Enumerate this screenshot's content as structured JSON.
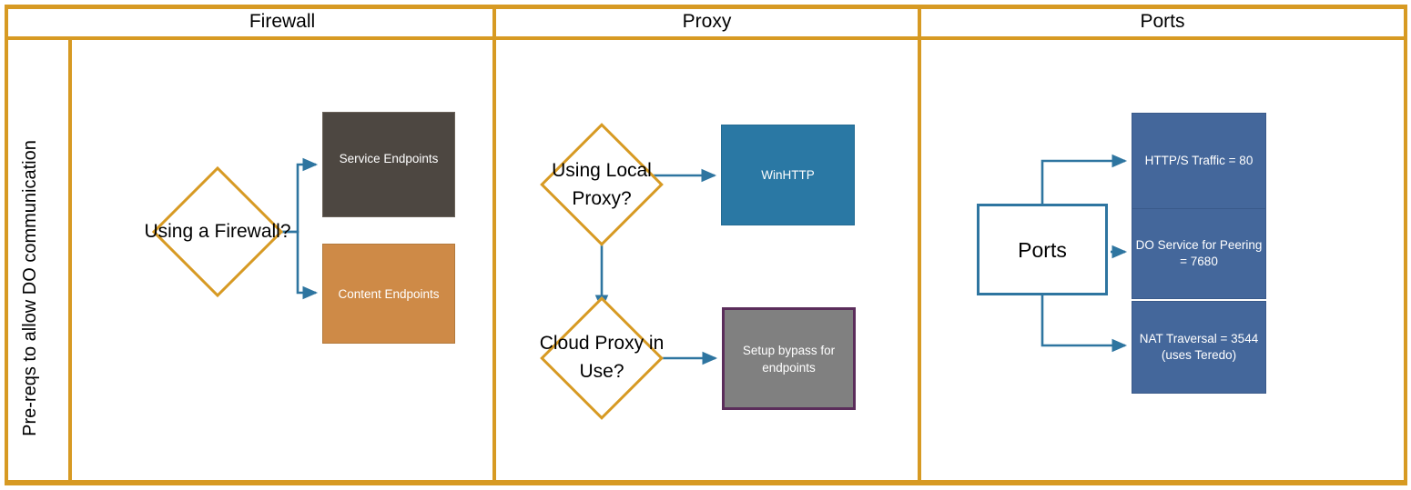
{
  "diagram": {
    "row_label": "Pre-reqs to allow DO communication",
    "columns": [
      {
        "header": "Firewall"
      },
      {
        "header": "Proxy"
      },
      {
        "header": "Ports"
      }
    ],
    "colors": {
      "frame": "#D79A23",
      "diamond_border": "#D79A23",
      "connector": "#2E75A0",
      "service_endpoints_fill": "#4D4741",
      "content_endpoints_fill": "#CE8A47",
      "winhttp_fill": "#2A78A4",
      "bypass_fill": "#808080",
      "bypass_border": "#5B2D5B",
      "ports_result_fill": "#44679B",
      "ports_source_border": "#2E75A0"
    },
    "firewall": {
      "decision": "Using a Firewall?",
      "outputs": [
        {
          "label": "Service Endpoints"
        },
        {
          "label": "Content Endpoints"
        }
      ]
    },
    "proxy": {
      "decision_local": "Using Local Proxy?",
      "local_output": "WinHTTP",
      "decision_cloud": "Cloud Proxy in Use?",
      "cloud_output": "Setup bypass for endpoints"
    },
    "ports": {
      "source": "Ports",
      "outputs": [
        {
          "label": "HTTP/S Traffic = 80"
        },
        {
          "label": "DO Service for Peering = 7680"
        },
        {
          "label": "NAT Traversal = 3544 (uses Teredo)"
        }
      ]
    }
  }
}
